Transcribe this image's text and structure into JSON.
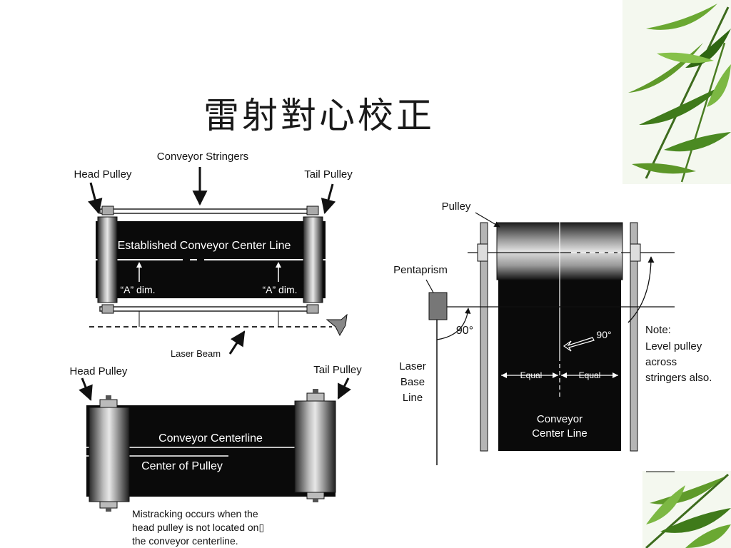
{
  "slide": {
    "title": "雷射對心校正"
  },
  "diagram_top": {
    "conveyor_stringers": "Conveyor Stringers",
    "head_pulley": "Head Pulley",
    "tail_pulley": "Tail Pulley",
    "center_line": "Established  Conveyor Center Line",
    "a_dim_left": "“A” dim.",
    "a_dim_right": "“A” dim.",
    "laser_beam": "Laser Beam"
  },
  "diagram_bottom": {
    "head_pulley": "Head Pulley",
    "tail_pulley": "Tail Pulley",
    "conveyor_centerline": "Conveyor Centerline",
    "center_of_pulley": "Center of Pulley",
    "caption_line1": "Mistracking occurs when the",
    "caption_line2": "head pulley is not located on▯",
    "caption_line3": "the conveyor centerline."
  },
  "diagram_right": {
    "pulley": "Pulley",
    "pentaprism": "Pentaprism",
    "angle_left": "90°",
    "angle_center": "90°",
    "laser_line1": "Laser",
    "laser_line2": "Base",
    "laser_line3": "Line",
    "equal_left": "Equal",
    "equal_right": "Equal",
    "conveyor_line1": "Conveyor",
    "conveyor_line2": "Center Line",
    "note_line1": "Note:",
    "note_line2": "Level pulley",
    "note_line3": "across",
    "note_line4": "stringers also."
  }
}
